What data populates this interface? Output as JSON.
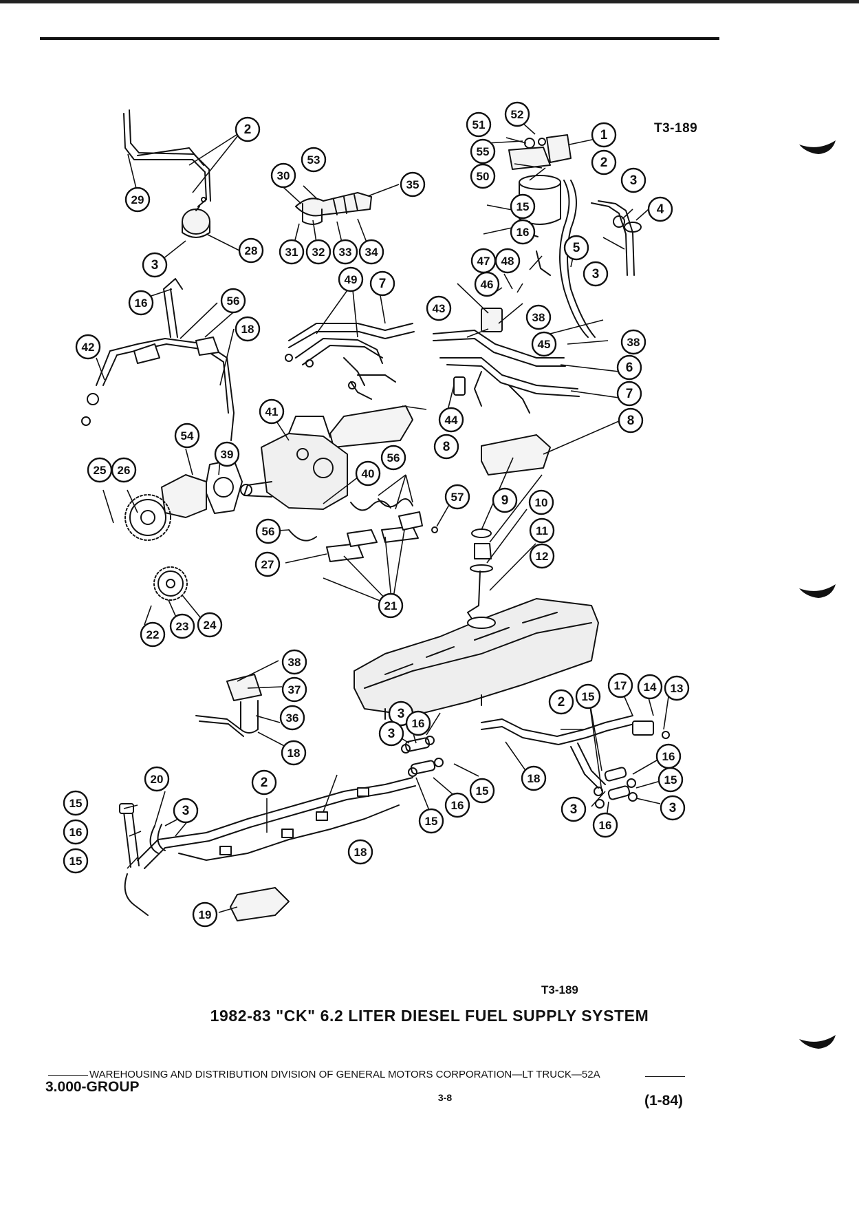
{
  "figure_code": "T3-189",
  "figure_code_bottom": "T3-189",
  "caption": "1982-83 \"CK\" 6.2 LITER DIESEL FUEL SUPPLY SYSTEM",
  "footer": {
    "publisher_line": "WAREHOUSING AND DISTRIBUTION  DIVISION OF GENERAL MOTORS CORPORATION—LT TRUCK—52A",
    "group": "3.000-GROUP",
    "page": "3-8",
    "date_code": "(1-84)"
  },
  "callouts": [
    "1",
    "2",
    "3",
    "4",
    "5",
    "6",
    "7",
    "8",
    "9",
    "10",
    "11",
    "12",
    "13",
    "14",
    "15",
    "16",
    "17",
    "18",
    "19",
    "20",
    "21",
    "22",
    "23",
    "24",
    "25",
    "26",
    "27",
    "28",
    "29",
    "30",
    "31",
    "32",
    "33",
    "34",
    "35",
    "36",
    "37",
    "38",
    "39",
    "40",
    "41",
    "42",
    "43",
    "44",
    "45",
    "46",
    "47",
    "48",
    "49",
    "50",
    "51",
    "52",
    "53",
    "54",
    "55",
    "56",
    "57"
  ]
}
